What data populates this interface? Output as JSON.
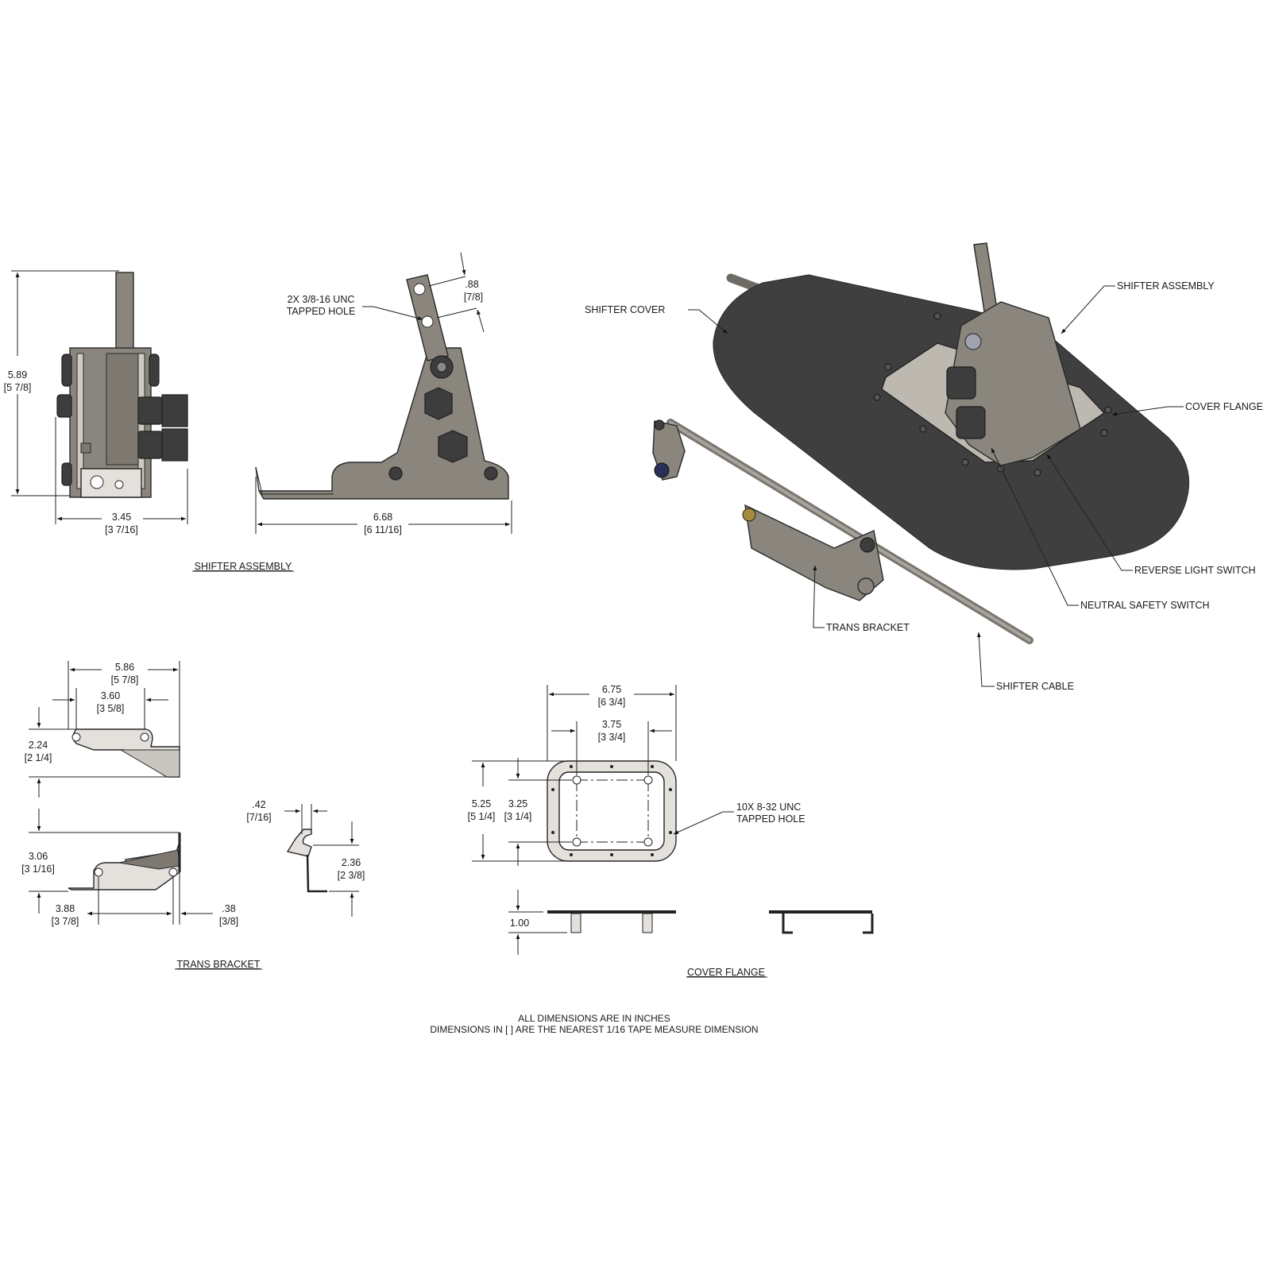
{
  "views": {
    "shifter_assembly": {
      "title": "SHIFTER ASSEMBLY",
      "front": {
        "height": {
          "decimal": "5.89",
          "fraction": "[5 7/8]"
        },
        "width": {
          "decimal": "3.45",
          "fraction": "[3 7/16]"
        }
      },
      "side": {
        "hole_spacing": {
          "decimal": ".88",
          "fraction": "[7/8]"
        },
        "callout_line1": "2X 3/8-16 UNC",
        "callout_line2": "TAPPED HOLE",
        "length": {
          "decimal": "6.68",
          "fraction": "[6 11/16]"
        }
      }
    },
    "trans_bracket": {
      "title": "TRANS BRACKET",
      "top": {
        "overall_width": {
          "decimal": "5.86",
          "fraction": "[5 7/8]"
        },
        "hole_spacing": {
          "decimal": "3.60",
          "fraction": "[3 5/8]"
        },
        "height": {
          "decimal": "2.24",
          "fraction": "[2 1/4]"
        }
      },
      "bottom": {
        "height": {
          "decimal": "3.06",
          "fraction": "[3 1/16]"
        },
        "hole_spacing": {
          "decimal": "3.88",
          "fraction": "[3 7/8]"
        },
        "offset": {
          "decimal": ".38",
          "fraction": "[3/8]"
        }
      },
      "end": {
        "slot_width": {
          "decimal": ".42",
          "fraction": "[7/16]"
        },
        "slot_height": {
          "decimal": "2.36",
          "fraction": "[2 3/8]"
        }
      }
    },
    "cover_flange": {
      "title": "COVER FLANGE",
      "overall_width": {
        "decimal": "6.75",
        "fraction": "[6 3/4]"
      },
      "hole_spacing_x": {
        "decimal": "3.75",
        "fraction": "[3 3/4]"
      },
      "overall_height": {
        "decimal": "5.25",
        "fraction": "[5 1/4]"
      },
      "hole_spacing_y": {
        "decimal": "3.25",
        "fraction": "[3 1/4]"
      },
      "callout_line1": "10X 8-32 UNC",
      "callout_line2": "TAPPED HOLE",
      "depth": {
        "decimal": "1.00"
      }
    },
    "isometric": {
      "labels": {
        "shifter_cover": "SHIFTER COVER",
        "shifter_assembly": "SHIFTER ASSEMBLY",
        "cover_flange": "COVER FLANGE",
        "reverse_light_switch": "REVERSE LIGHT SWITCH",
        "neutral_safety_switch": "NEUTRAL SAFETY SWITCH",
        "trans_bracket": "TRANS BRACKET",
        "shifter_cable": "SHIFTER CABLE"
      }
    }
  },
  "notes": {
    "line1": "ALL DIMENSIONS ARE IN INCHES",
    "line2": "DIMENSIONS IN [ ] ARE THE NEAREST 1/16 TAPE MEASURE DIMENSION"
  },
  "colors": {
    "steel": "#8a857d",
    "steel_light": "#e4e1dc",
    "cover": "#3f3f3f",
    "line": "#222222"
  }
}
